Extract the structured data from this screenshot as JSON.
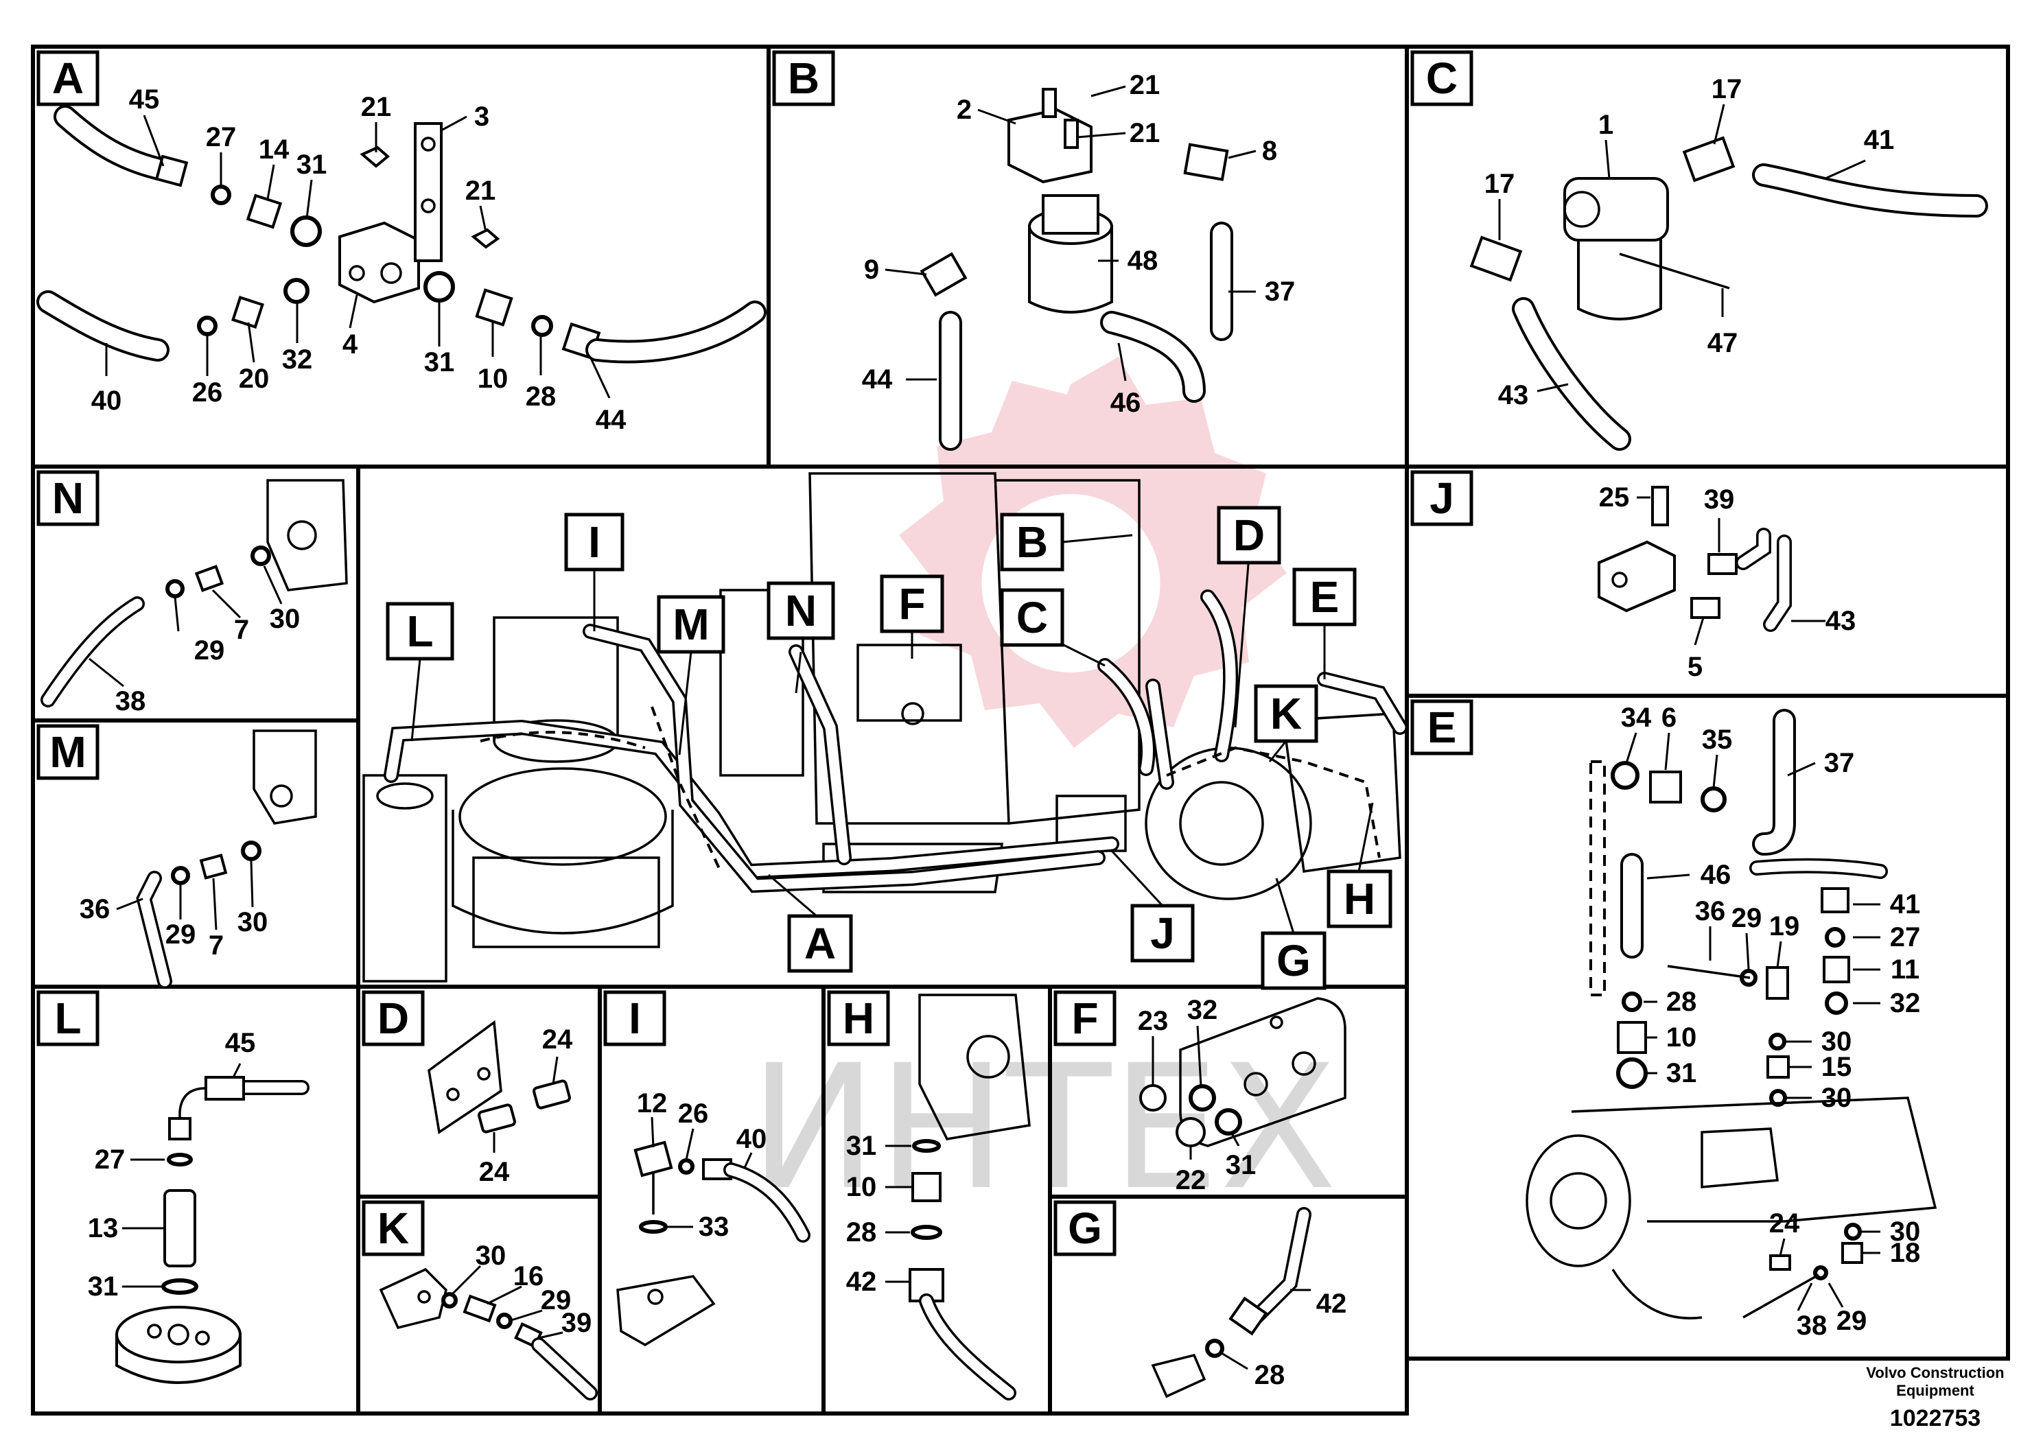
{
  "watermark": "ИНТЕХ",
  "footer": {
    "brand_line1": "Volvo Construction",
    "brand_line2": "Equipment",
    "drawing_number": "1022753"
  },
  "panels": {
    "A": {
      "tag": "A",
      "callouts": [
        "45",
        "27",
        "14",
        "31",
        "21",
        "3",
        "21",
        "4",
        "31",
        "10",
        "28",
        "44",
        "40",
        "26",
        "20",
        "32"
      ]
    },
    "B": {
      "tag": "B",
      "callouts": [
        "21",
        "2",
        "21",
        "8",
        "9",
        "48",
        "37",
        "44",
        "46"
      ]
    },
    "C": {
      "tag": "C",
      "callouts": [
        "1",
        "17",
        "41",
        "17",
        "47",
        "43"
      ]
    },
    "N": {
      "tag": "N",
      "callouts": [
        "29",
        "7",
        "30",
        "38"
      ]
    },
    "M": {
      "tag": "M",
      "callouts": [
        "36",
        "29",
        "7",
        "30"
      ]
    },
    "J": {
      "tag": "J",
      "callouts": [
        "25",
        "39",
        "43",
        "5"
      ]
    },
    "E": {
      "tag": "E",
      "callouts": [
        "34",
        "6",
        "35",
        "37",
        "46",
        "41",
        "27",
        "36",
        "29",
        "19",
        "11",
        "28",
        "32",
        "10",
        "30",
        "31",
        "15",
        "30",
        "24",
        "30",
        "18",
        "38",
        "29"
      ]
    },
    "L": {
      "tag": "L",
      "callouts": [
        "45",
        "27",
        "13",
        "31"
      ]
    },
    "D": {
      "tag": "D",
      "callouts": [
        "24",
        "24"
      ]
    },
    "I": {
      "tag": "I",
      "callouts": [
        "12",
        "26",
        "40",
        "33"
      ]
    },
    "H": {
      "tag": "H",
      "callouts": [
        "31",
        "10",
        "28",
        "42"
      ]
    },
    "F": {
      "tag": "F",
      "callouts": [
        "32",
        "23",
        "22",
        "31"
      ]
    },
    "K": {
      "tag": "K",
      "callouts": [
        "30",
        "16",
        "29",
        "39"
      ]
    },
    "G": {
      "tag": "G",
      "callouts": [
        "42",
        "28"
      ]
    }
  },
  "overview_tags": [
    "I",
    "L",
    "M",
    "N",
    "F",
    "B",
    "C",
    "D",
    "E",
    "K",
    "J",
    "A",
    "G",
    "H"
  ]
}
